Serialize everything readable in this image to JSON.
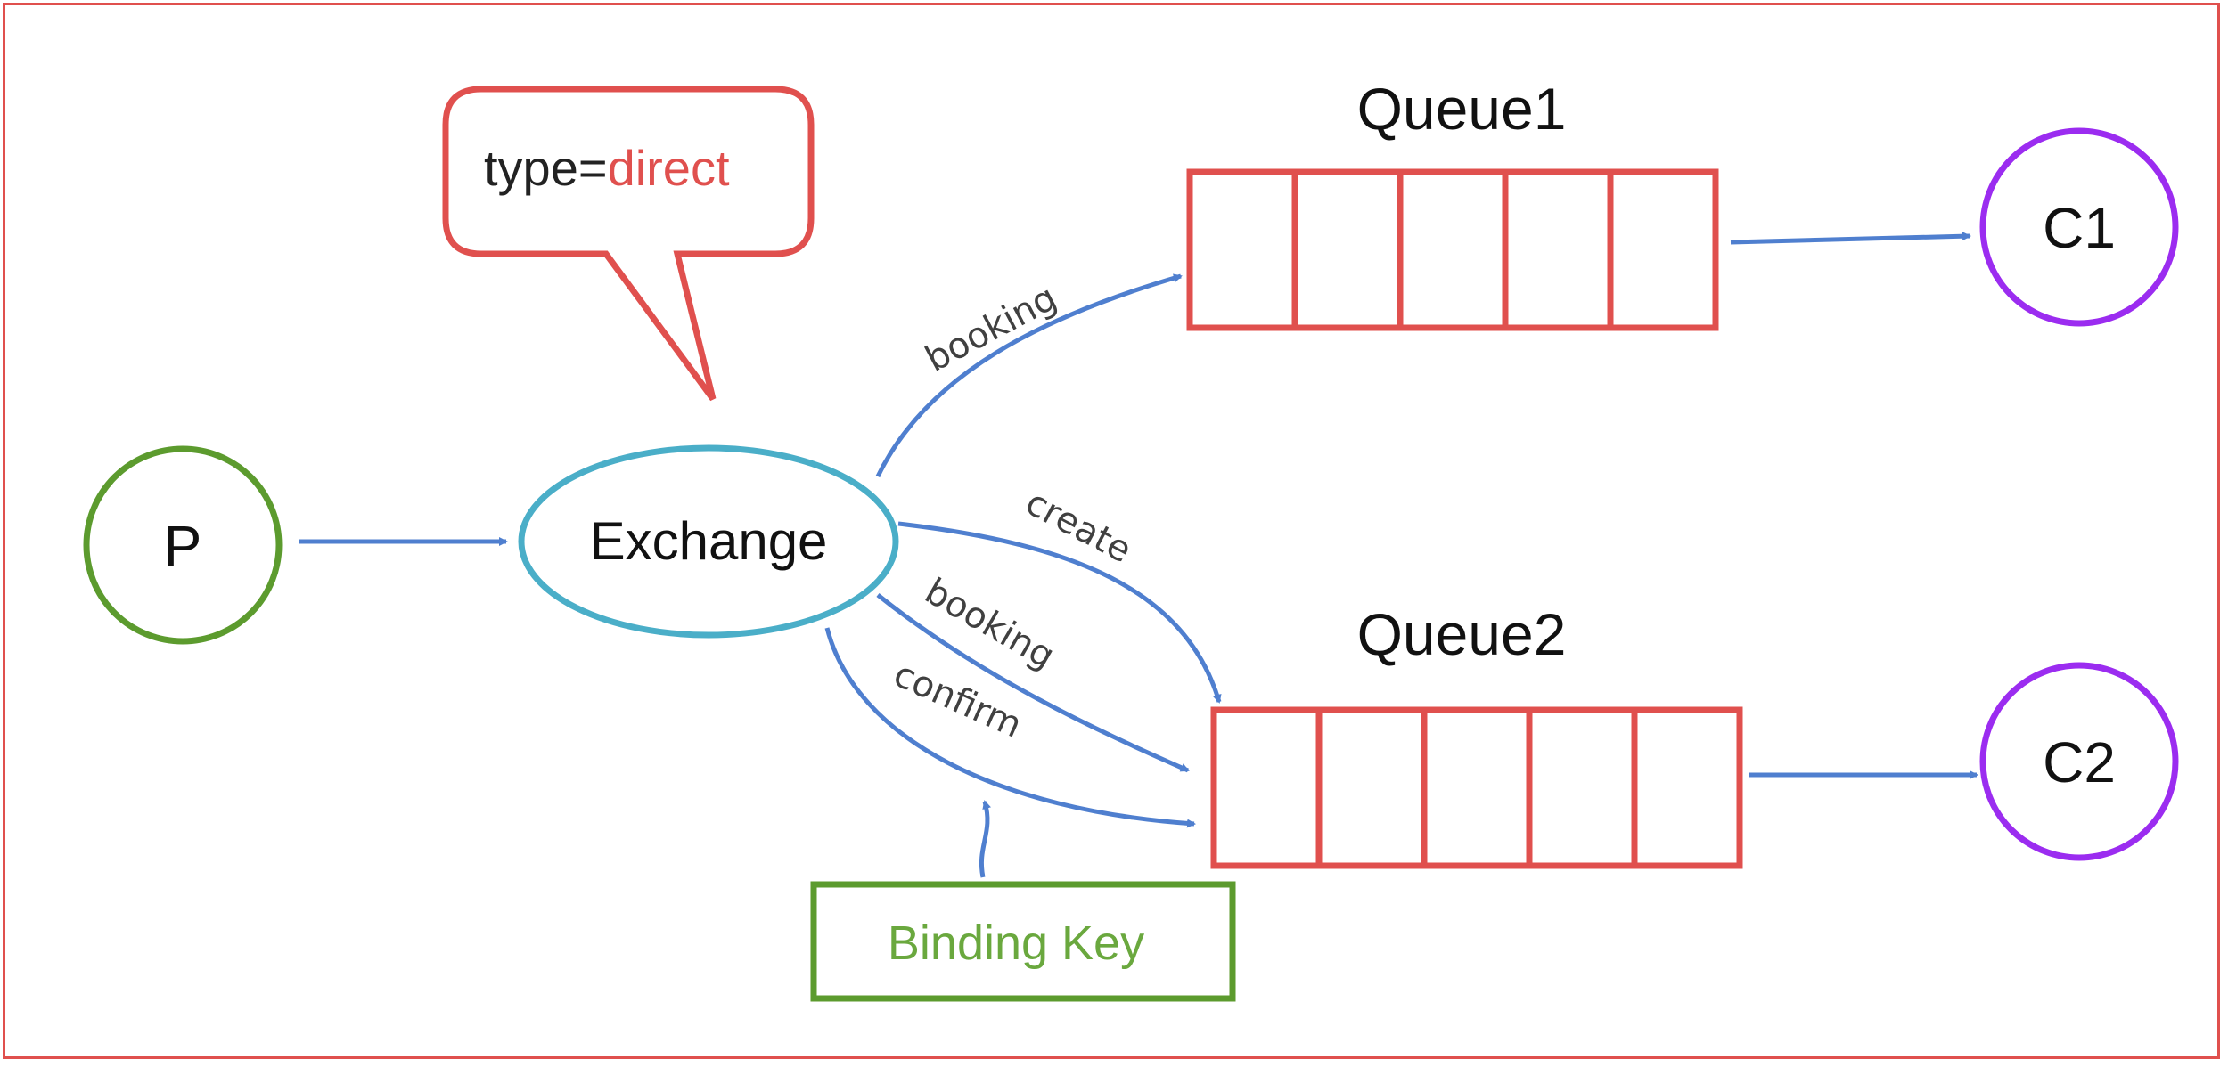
{
  "colors": {
    "queue_border": "#e0504e",
    "arrow": "#4f7fcf",
    "producer": "#5c9b2e",
    "exchange": "#4aaec8",
    "consumer": "#9b2cf0",
    "binding_box": "#5c9b2e",
    "callout_border": "#e0504e",
    "direct_text": "#e0504e",
    "binding_text": "#6aa83e"
  },
  "nodes": {
    "producer": "P",
    "exchange": "Exchange",
    "consumer1": "C1",
    "consumer2": "C2"
  },
  "queues": {
    "queue1": {
      "title": "Queue1",
      "slots": 5
    },
    "queue2": {
      "title": "Queue2",
      "slots": 5
    }
  },
  "callout": {
    "type_prefix": "type=",
    "type_value": "direct"
  },
  "bindings": {
    "to_queue1": [
      "booking"
    ],
    "to_queue2": [
      "create",
      "booking",
      "confirm"
    ]
  },
  "binding_key_label": "Binding Key"
}
